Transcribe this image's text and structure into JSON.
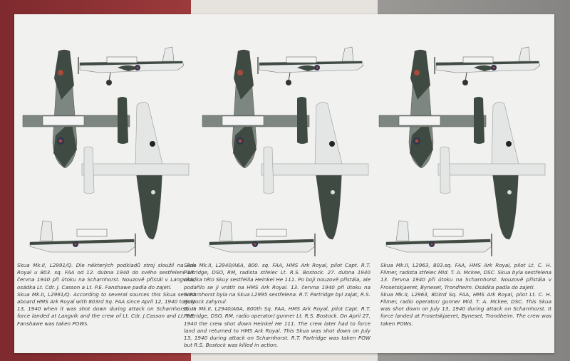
{
  "colors": {
    "camo_dark": "#3f4a42",
    "camo_light": "#7d8680",
    "underside": "#e4e6e6",
    "roundel_red": "#a84a3c",
    "roundel_blue": "#2d3550"
  },
  "profiles": [
    {
      "id": "L2991/Q",
      "text_cz": "Skua Mk.II, L2991/Q. Dle některých podkladů stroj sloužil na Ark Royal u 803. sq. FAA od 12. dubna 1940 do svého sestřelení 13. června 1940 při útoku na Scharnhorst. Nouzově přistál v Langviku, osádka Lt. Cdr. J. Casson a Lt. P.E. Fanshawe padla do zajetí.",
      "text_en": "Skua Mk.II, L2991/Q. According to several sources this Skua served aboard HMS Ark Royal with 803rd Sq. FAA since April 12, 1940 to July 13, 1940 when it was shot down during attack on Scharnhorst. It force landed at Langvik and the crew of Lt. Cdr. J.Casson and Lt. P.E. Fanshawe was taken POWs."
    },
    {
      "id": "L2940/A6A",
      "text_cz": "Skua Mk.II, L2940/A6A, 800. sq. FAA, HMS Ark Royal, pilot Capt. R.T. Partridge, DSO, RM, radista střelec Lt. R.S. Bostock. 27. dubna 1940 osádka této Skuy sestřelila Heinkel He 111. Po boji nouzově přistála, ale podařilo se ji vrátit na HMS Ark Royal. 13. června 1940 při útoku na Scharnhorst byla na Skua L2995 sestřelena. R.T. Partridge byl zajat, R.S. Bostock zahynul.",
      "text_en": "Skua Mk.II, L2940/A6A, 800th Sq. FAA, HMS Ark Royal, pilot Capt. R.T. Partridge, DSO, RM, radio operator/ gunner Lt. R.S. Bostock. On April 27, 1940 the crew shot down Heinkel He 111. The crew later had to force land and returned to HMS Ark Royal. This Skua was shot down on July 13, 1940 during attack on Scharnhorst. R.T. Partridge was taken POW but R.S. Bostock was killed in action."
    },
    {
      "id": "L2963",
      "text_cz": "Skua Mk.II, L2963, 803.sq. FAA, HMS Ark Royal, pilot Lt. C. H. Filmer, radista střelec Mid. T. A. Mckee, DSC. Skua byla sestřelena 13. června 1940 při útoku na Scharnhorst. Nouzově přistála v Frosetskjaeret, Byneset, Trondheim. Osádka padla do zajetí.",
      "text_en": "Skua Mk.II, L2963, 803rd Sq. FAA, HMS Ark Royal, pilot Lt. C. H. Filmer, radio operator/ gunner Mid. T. A. Mckee, DSC. This Skua was shot down on July 13, 1940 during attack on Scharnhorst. It force landed at Frosetskjaeret, Byneset, Trondheim. The crew was taken POWs."
    }
  ]
}
